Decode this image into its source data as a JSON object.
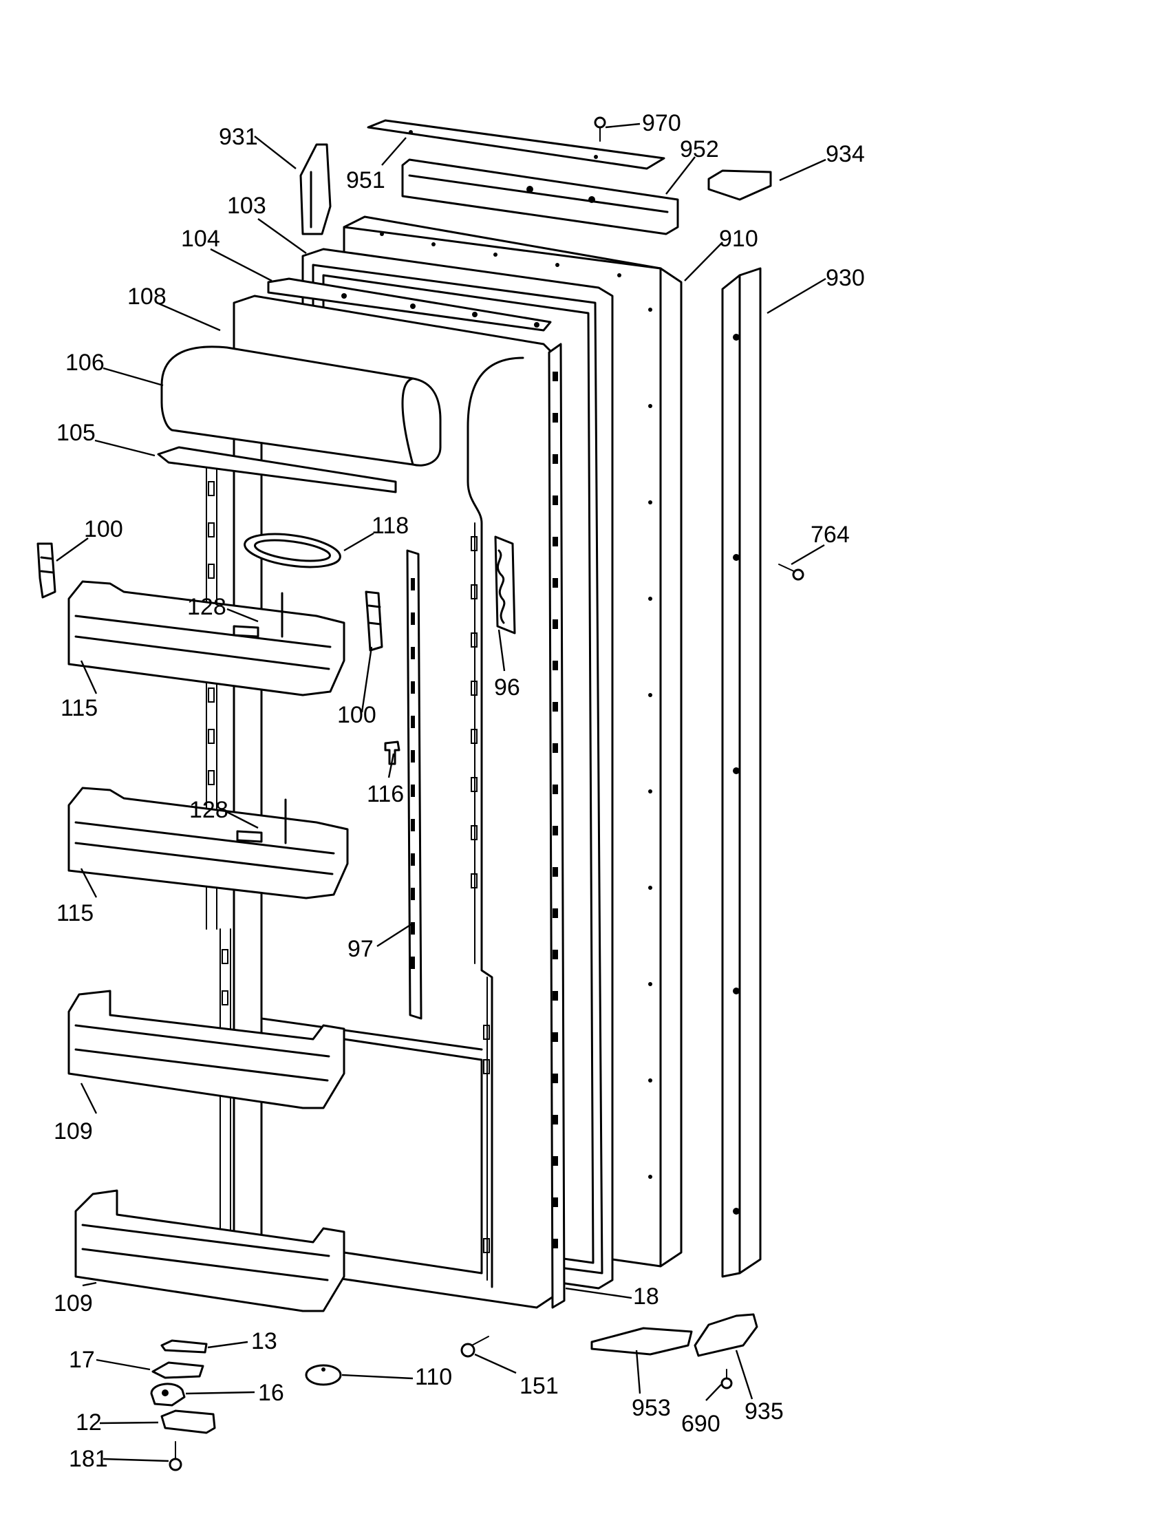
{
  "labels": [
    {
      "id": "p970",
      "text": "970"
    },
    {
      "id": "p931",
      "text": "931"
    },
    {
      "id": "p952",
      "text": "952"
    },
    {
      "id": "p934",
      "text": "934"
    },
    {
      "id": "p951",
      "text": "951"
    },
    {
      "id": "p103",
      "text": "103"
    },
    {
      "id": "p910",
      "text": "910"
    },
    {
      "id": "p104",
      "text": "104"
    },
    {
      "id": "p930",
      "text": "930"
    },
    {
      "id": "p108",
      "text": "108"
    },
    {
      "id": "p106",
      "text": "106"
    },
    {
      "id": "p105",
      "text": "105"
    },
    {
      "id": "p764",
      "text": "764"
    },
    {
      "id": "p100a",
      "text": "100"
    },
    {
      "id": "p118",
      "text": "118"
    },
    {
      "id": "p128a",
      "text": "128"
    },
    {
      "id": "p96",
      "text": "96"
    },
    {
      "id": "p115a",
      "text": "115"
    },
    {
      "id": "p100b",
      "text": "100"
    },
    {
      "id": "p116",
      "text": "116"
    },
    {
      "id": "p128b",
      "text": "128"
    },
    {
      "id": "p115b",
      "text": "115"
    },
    {
      "id": "p97",
      "text": "97"
    },
    {
      "id": "p109a",
      "text": "109"
    },
    {
      "id": "p109b",
      "text": "109"
    },
    {
      "id": "p18",
      "text": "18"
    },
    {
      "id": "p13",
      "text": "13"
    },
    {
      "id": "p17",
      "text": "17"
    },
    {
      "id": "p110",
      "text": "110"
    },
    {
      "id": "p151",
      "text": "151"
    },
    {
      "id": "p953",
      "text": "953"
    },
    {
      "id": "p935",
      "text": "935"
    },
    {
      "id": "p16",
      "text": "16"
    },
    {
      "id": "p12",
      "text": "12"
    },
    {
      "id": "p690",
      "text": "690"
    },
    {
      "id": "p181",
      "text": "181"
    }
  ]
}
